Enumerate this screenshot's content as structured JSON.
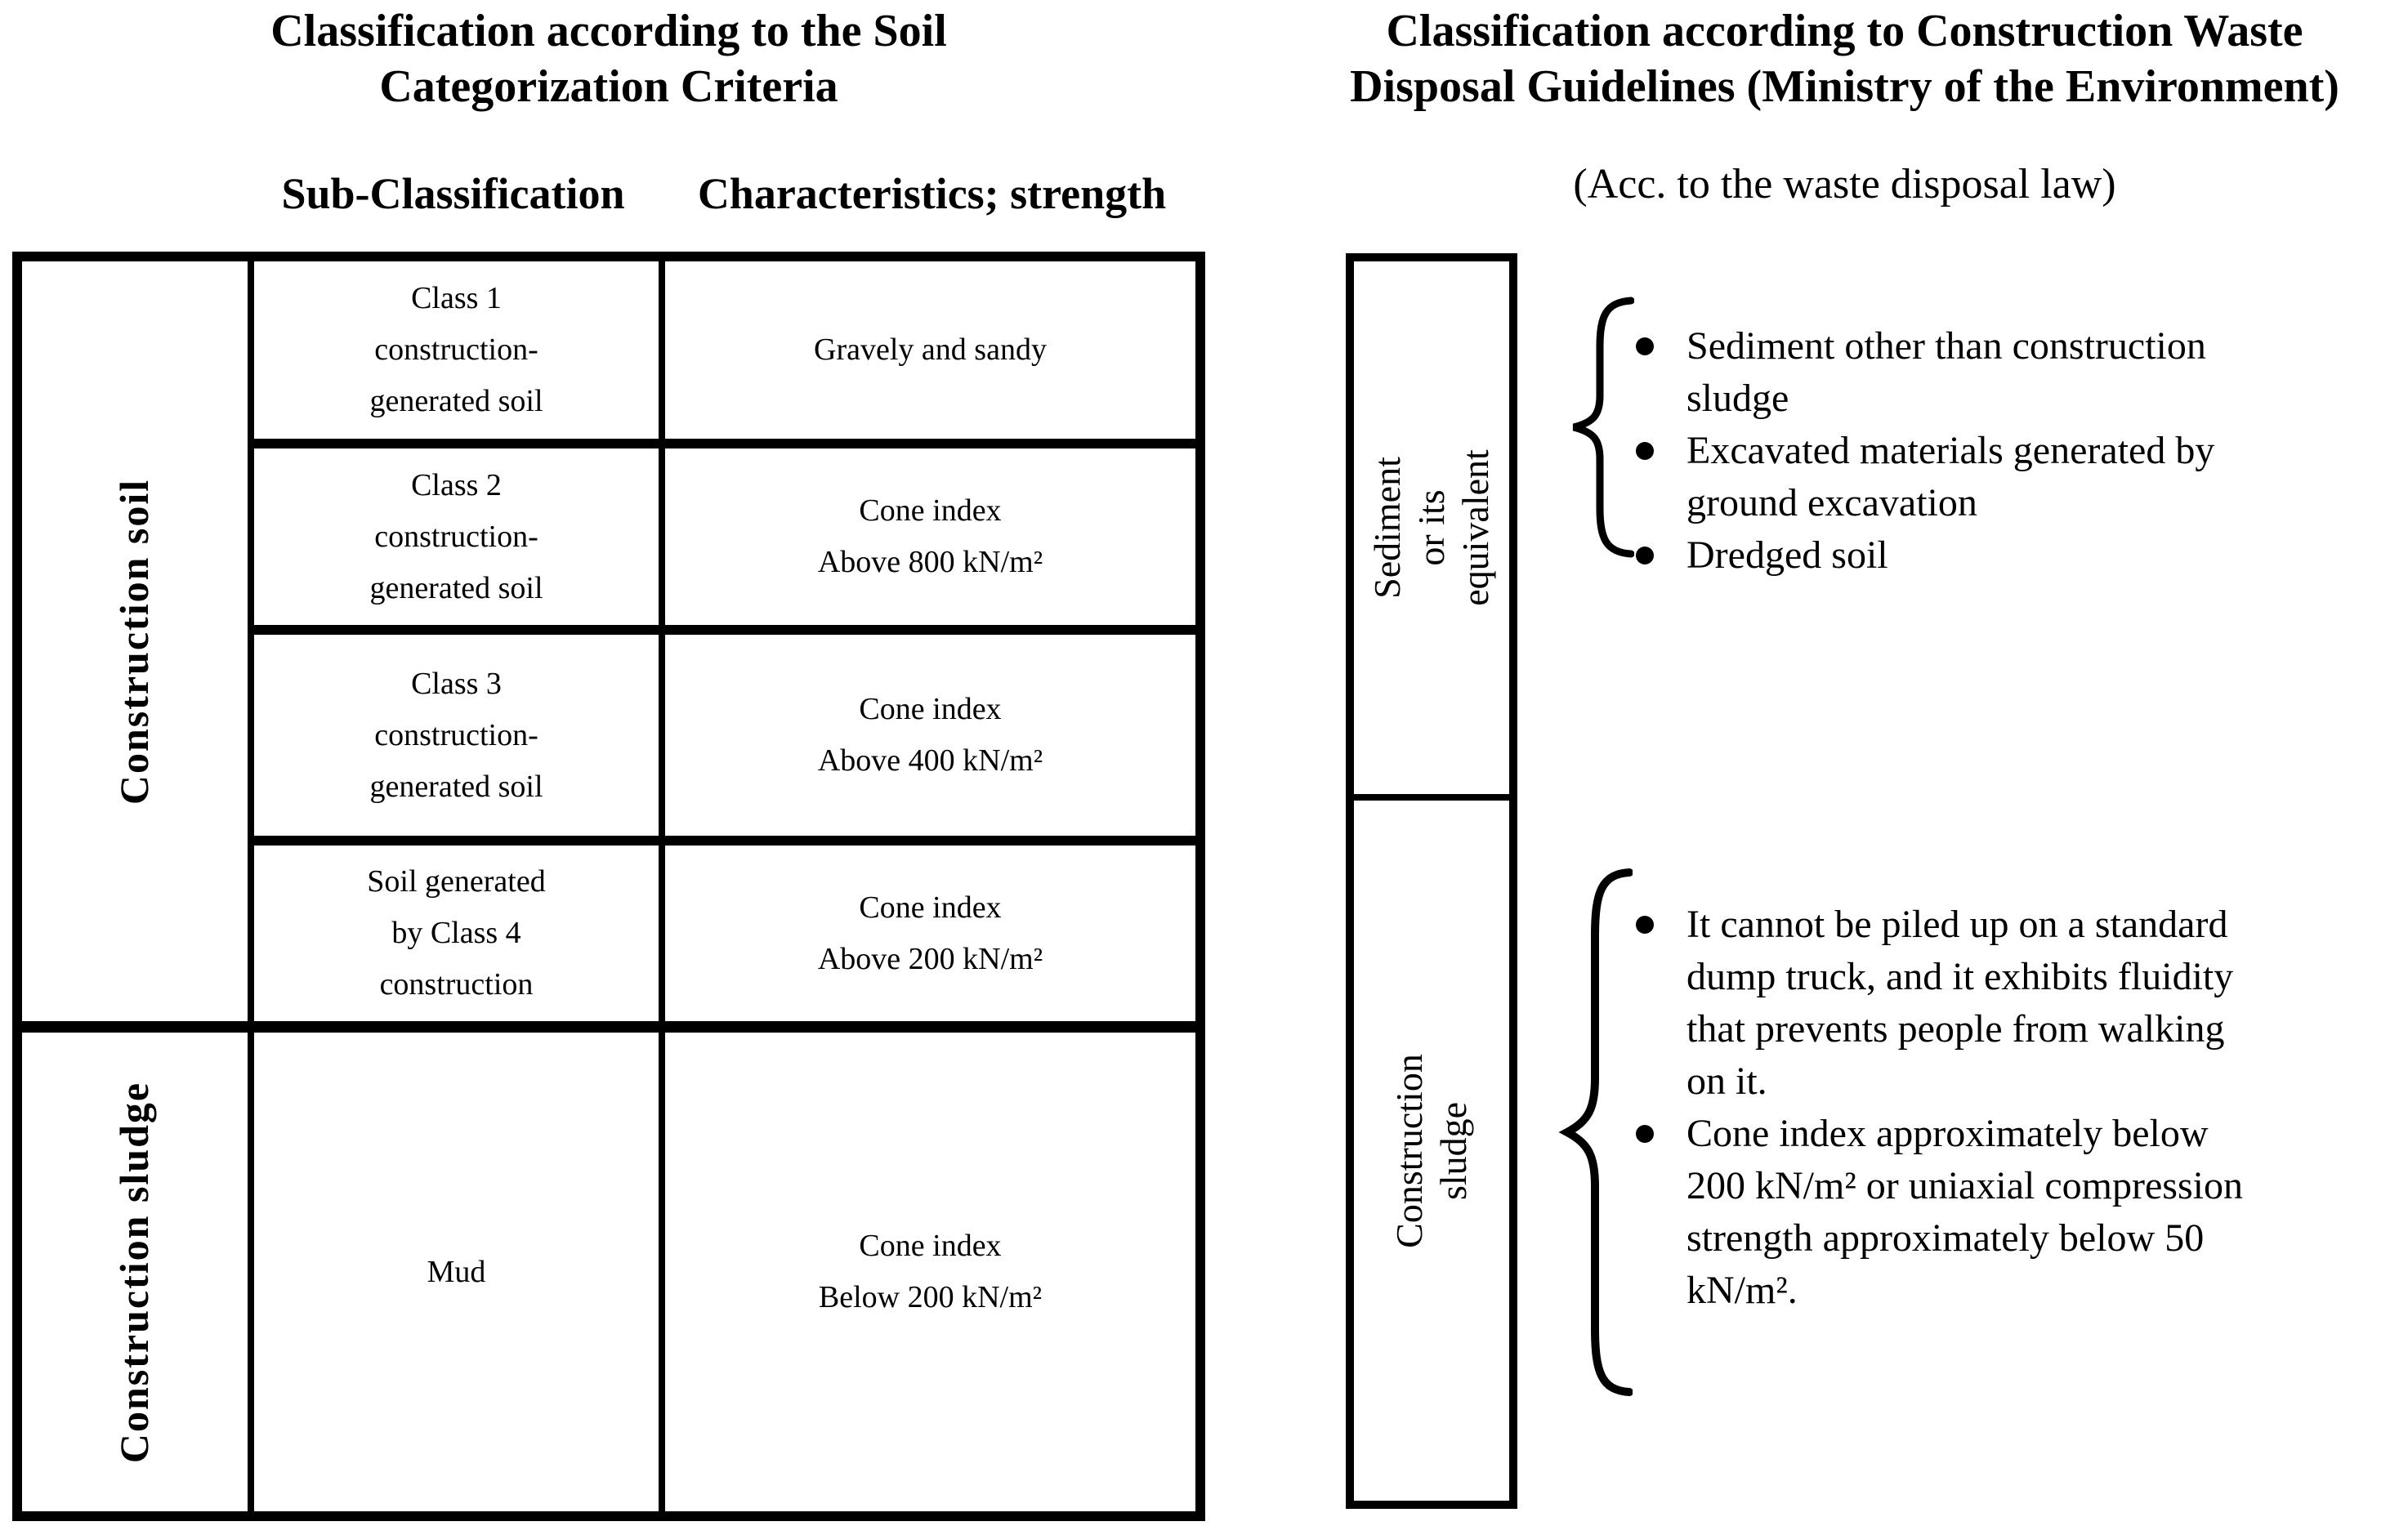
{
  "figure": {
    "ink_color": "#000000",
    "paper_color": "#ffffff"
  },
  "left": {
    "title": "Classification according to the Soil\nCategorization Criteria",
    "headers": {
      "sub": "Sub-Classification",
      "strength": "Characteristics; strength"
    },
    "groups": [
      {
        "label": "Construction soil",
        "rows": [
          {
            "sub": "Class 1\nconstruction-\ngenerated soil",
            "strength": "Gravely and sandy"
          },
          {
            "sub": "Class 2\nconstruction-\ngenerated soil",
            "strength": "Cone index\nAbove 800 kN/m²"
          },
          {
            "sub": "Class 3\nconstruction-\ngenerated soil",
            "strength": "Cone index\nAbove 400 kN/m²"
          },
          {
            "sub": "Soil generated\nby Class 4\nconstruction",
            "strength": "Cone index\nAbove 200 kN/m²"
          }
        ]
      },
      {
        "label": "Construction sludge",
        "rows": [
          {
            "sub": "Mud",
            "strength": "Cone index\nBelow 200 kN/m²"
          }
        ]
      }
    ]
  },
  "right": {
    "title": "Classification according to Construction Waste\nDisposal Guidelines (Ministry of the Environment)",
    "subtitle": "(Acc. to the waste disposal law)",
    "categories": [
      {
        "label": "Sediment or its\nequivalent",
        "bullets": [
          "Sediment other than construction\nsludge",
          "Excavated materials generated by\nground excavation",
          "Dredged soil"
        ]
      },
      {
        "label": "Construction sludge",
        "bullets": [
          "It cannot be piled up on a standard\ndump truck, and it exhibits fluidity\nthat prevents people from walking\non it.",
          "Cone index approximately below\n200 kN/m² or uniaxial compression\nstrength approximately below 50\nkN/m²."
        ]
      }
    ]
  }
}
